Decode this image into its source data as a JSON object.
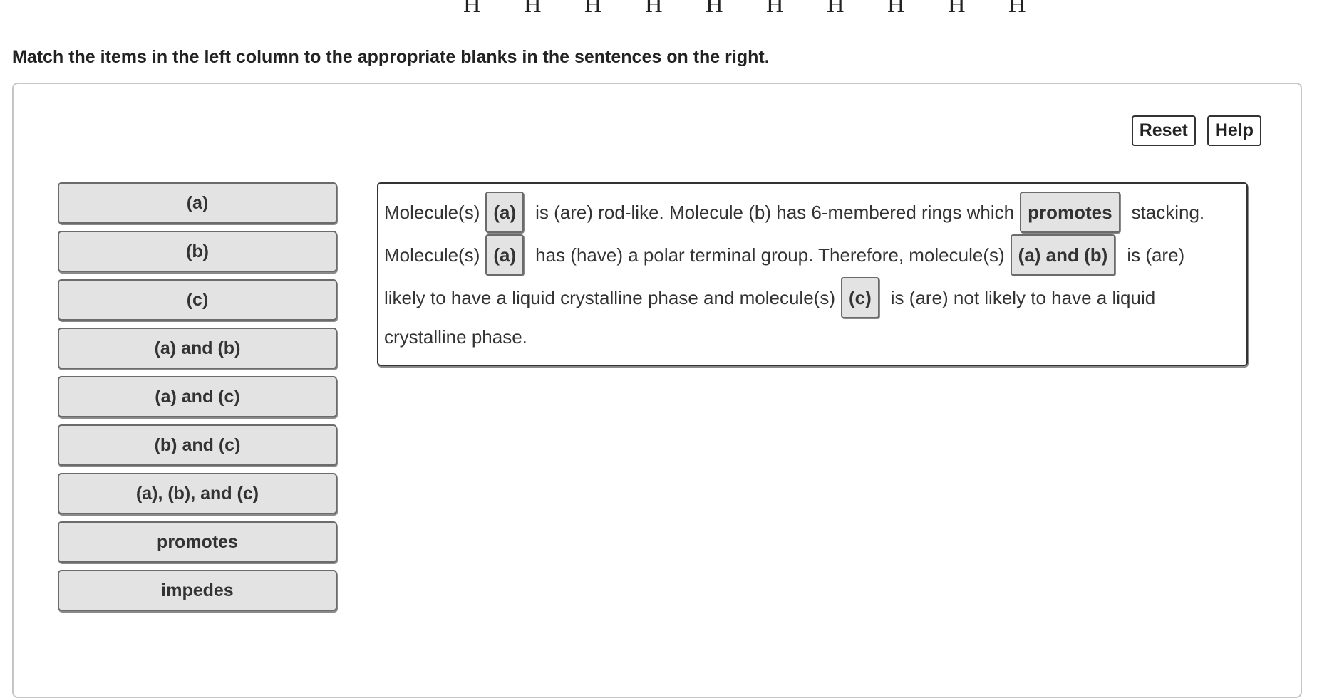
{
  "header_glyphs": [
    "H",
    "H",
    "H",
    "H",
    "H",
    "H",
    "H",
    "H",
    "H",
    "H"
  ],
  "instructions": "Match the items in the left column to the appropriate blanks in the sentences on the right.",
  "buttons": {
    "reset": "Reset",
    "help": "Help"
  },
  "items": [
    "(a)",
    "(b)",
    "(c)",
    "(a) and (b)",
    "(a) and (c)",
    "(b) and (c)",
    "(a), (b), and (c)",
    "promotes",
    "impedes"
  ],
  "sentence": {
    "l1_t1": "Molecule(s)",
    "l1_b1": "(a)",
    "l1_t2": "is (are) rod-like. Molecule (b) has 6-membered rings which",
    "l1_b2": "promotes",
    "l1_t3": "stacking.",
    "l2_t1": "Molecule(s)",
    "l2_b1": "(a)",
    "l2_t2": "has (have) a polar terminal group. Therefore, molecule(s)",
    "l2_b2": "(a) and (b)",
    "l2_t3": "is (are)",
    "l3_t1": "likely to have a liquid crystalline phase and molecule(s)",
    "l3_b1": "(c)",
    "l3_t2": "is (are) not likely to have a liquid",
    "l4_t1": "crystalline phase."
  }
}
